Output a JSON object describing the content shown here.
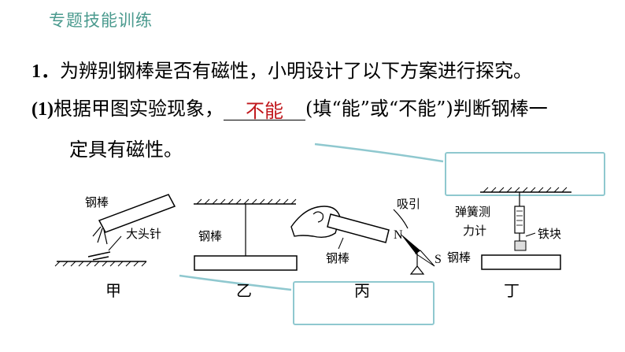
{
  "header": {
    "title": "专题技能训练"
  },
  "question": {
    "line1_num": "1．",
    "line1_text": "为辨别钢棒是否有磁性，小明设计了以下方案进行探究。",
    "part1_num": "(1)",
    "part1_text_a": "根据甲图实验现象，",
    "part1_answer": "不能",
    "part1_text_b": "(填“能”或“不能”)判断钢棒一",
    "part1_text_c": "定具有磁性。"
  },
  "figures": {
    "jia": {
      "caption": "甲",
      "label_bar": "钢棒",
      "label_pins": "大头针"
    },
    "yi": {
      "caption": "乙",
      "label_bar": "钢棒"
    },
    "bing": {
      "caption": "丙",
      "label_bar": "钢棒",
      "label_attract": "吸引",
      "label_n": "N",
      "label_s": "S"
    },
    "ding": {
      "caption": "丁",
      "label_meter_1": "弹簧测",
      "label_meter_2": "力计",
      "label_iron": "铁块",
      "label_bar": "钢棒"
    }
  },
  "colors": {
    "header": "#4a9a8e",
    "answer": "#c0161b",
    "highlight_box": "#8fc8cf"
  }
}
